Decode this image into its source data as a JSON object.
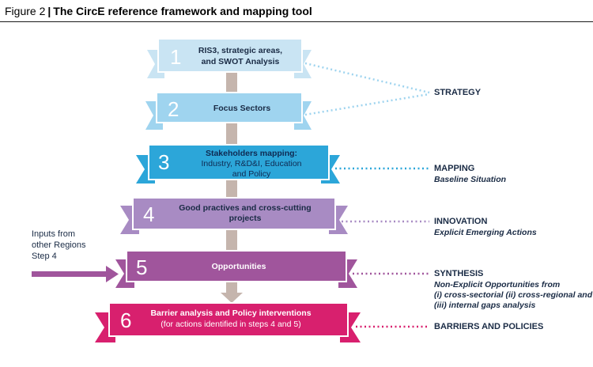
{
  "figure": {
    "number": "Figure 2",
    "separator": "|",
    "title": "The CircE reference framework and mapping tool"
  },
  "colors": {
    "step1": "#c9e4f3",
    "step2": "#9fd4ef",
    "step3": "#2ca6d9",
    "step4": "#a88bc3",
    "step5": "#a0559c",
    "step6": "#d8206e",
    "spine": "#c5b5ad"
  },
  "steps": [
    {
      "number": "1",
      "lines": [
        "RIS3, strategic areas,",
        "and SWOT Analysis"
      ]
    },
    {
      "number": "2",
      "lines": [
        "Focus Sectors"
      ]
    },
    {
      "number": "3",
      "lines": [
        "Stakeholders mapping:",
        "Industry, R&D&I, Education",
        "and Policy"
      ]
    },
    {
      "number": "4",
      "lines": [
        "Good practives and cross-cutting",
        "projects"
      ]
    },
    {
      "number": "5",
      "lines": [
        "Opportunities"
      ]
    },
    {
      "number": "6",
      "lines": [
        "Barrier analysis and Policy interventions",
        "(for actions identified in steps 4 and 5)"
      ]
    }
  ],
  "outcomes": {
    "strategy": {
      "label": "STRATEGY"
    },
    "mapping": {
      "label": "MAPPING",
      "sub": [
        "Baseline Situation"
      ]
    },
    "innovation": {
      "label": "INNOVATION",
      "sub": [
        "Explicit Emerging Actions"
      ]
    },
    "synthesis": {
      "label": "SYNTHESIS",
      "sub": [
        "Non-Explicit Opportunities from",
        "(i) cross-sectorial (ii) cross-regional and",
        "(iii) internal gaps analysis"
      ]
    },
    "barriers": {
      "label": "BARRIERS AND POLICIES"
    }
  },
  "inputs": {
    "lines": [
      "Inputs from",
      "other Regions",
      "Step 4"
    ]
  }
}
